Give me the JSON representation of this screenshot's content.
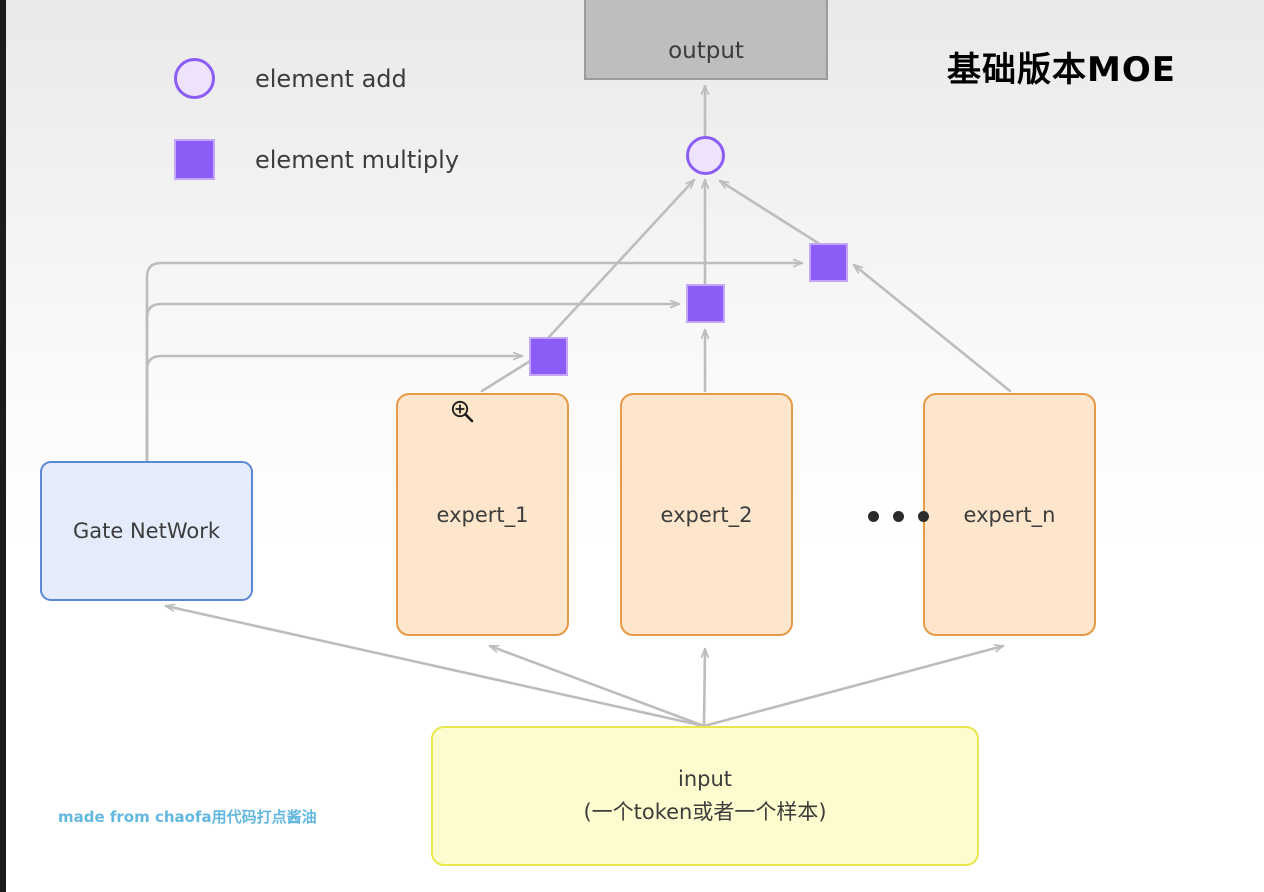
{
  "title": "基础版本MOE",
  "watermark": "made from chaofa用代码打点酱油",
  "legend": {
    "items": [
      {
        "icon": "circle-outline-icon",
        "label": "element add"
      },
      {
        "icon": "filled-square-icon",
        "label": "element multiply"
      }
    ]
  },
  "nodes": {
    "output": {
      "label": "output"
    },
    "gate": {
      "label": "Gate NetWork"
    },
    "experts": [
      {
        "label": "expert_1"
      },
      {
        "label": "expert_2"
      },
      {
        "label": "expert_n"
      }
    ],
    "ellipsis": "• • •",
    "input": {
      "line1": "input",
      "line2": "(一个token或者一个样本)"
    },
    "add_node": {
      "name": "element-add-node"
    },
    "multiply_nodes": [
      {
        "name": "element-multiply-node-1"
      },
      {
        "name": "element-multiply-node-2"
      },
      {
        "name": "element-multiply-node-3"
      }
    ]
  },
  "colors": {
    "edge": "#bdbdbd",
    "multiply_fill": "#8b5cf6",
    "add_fill": "#eee3fb",
    "add_stroke": "#8b5cf6",
    "expert_fill": "#fde6cb",
    "expert_stroke": "#e59b45",
    "gate_fill": "#e4ecfb",
    "gate_stroke": "#5b88d6",
    "input_fill": "#fcfcce",
    "input_stroke": "#e8e84e",
    "output_fill": "#bcbec0",
    "output_stroke": "#9a9b9d",
    "watermark": "#63b8e0"
  }
}
